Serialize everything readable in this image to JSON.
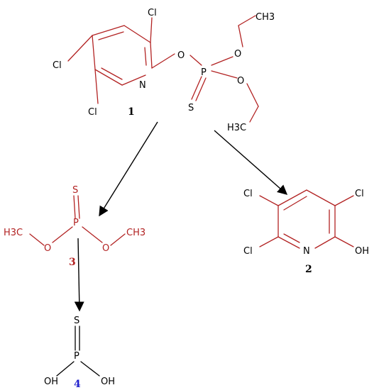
{
  "colors": {
    "bond_red": "#b22222",
    "label_dark": "#000000",
    "compound4_number": "#1f1fcc"
  },
  "compound1": {
    "number": "1",
    "cl_top": "Cl",
    "cl_left": "Cl",
    "cl_bottom": "Cl",
    "n": "N",
    "o_bridge": "O",
    "p": "P",
    "s": "S",
    "o_upper": "O",
    "o_lower": "O",
    "ch3_top": "CH3",
    "h3c_bottom": "H3C"
  },
  "compound2": {
    "number": "2",
    "cl_top_left": "Cl",
    "cl_top_right": "Cl",
    "cl_bottom_left": "Cl",
    "n": "N",
    "oh": "OH"
  },
  "compound3": {
    "number": "3",
    "s": "S",
    "p": "P",
    "o_left": "O",
    "o_right": "O",
    "h3c_left": "H3C",
    "ch3_right": "CH3"
  },
  "compound4": {
    "number": "4",
    "s": "S",
    "p": "P",
    "oh_left": "OH",
    "oh_right": "OH"
  }
}
